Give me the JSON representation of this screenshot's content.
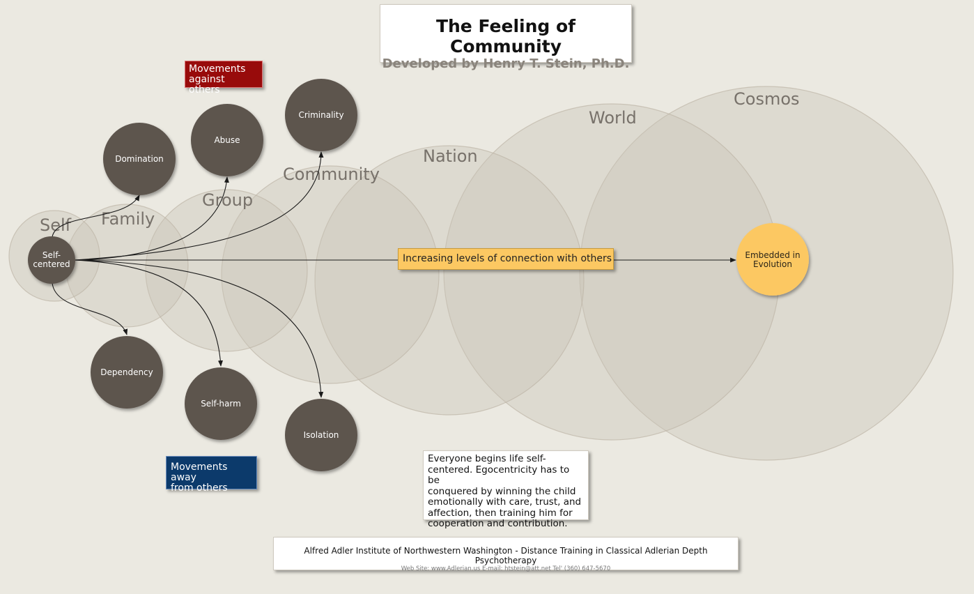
{
  "header": {
    "title": "The Feeling of Community",
    "subtitle": "Developed by Henry T. Stein, Ph.D."
  },
  "rings": {
    "self": "Self",
    "family": "Family",
    "group": "Group",
    "community": "Community",
    "nation": "Nation",
    "world": "World",
    "cosmos": "Cosmos"
  },
  "nodes": {
    "self_centered": [
      "Self-",
      "centered"
    ],
    "domination": "Domination",
    "abuse": "Abuse",
    "criminality": "Criminality",
    "dependency": "Dependency",
    "self_harm": "Self-harm",
    "isolation": "Isolation",
    "embedded": [
      "Embedded in",
      "Evolution"
    ]
  },
  "tags": {
    "against": [
      "Movements",
      "against others"
    ],
    "away": [
      "Movements away",
      "from others"
    ]
  },
  "connection_label": "Increasing levels of connection with others",
  "note": [
    "Everyone begins life self-",
    "centered.  Egocentricity has to be",
    "conquered by winning the child",
    "emotionally with care, trust, and",
    "affection, then training him for",
    "cooperation and contribution."
  ],
  "footer": {
    "main": "Alfred Adler Institute of Northwestern Washington - Distance Training in Classical Adlerian Depth Psychotherapy",
    "contact": "Web Site: www.Adlerian.us    E-mail: htstein@att.net    Tel' (360) 647-5670"
  },
  "colors": {
    "background": "#ebe9e1",
    "node": "#5d544d",
    "goal": "#fcc862",
    "against_tag": "#980b0b",
    "away_tag": "#0c3a6b"
  }
}
